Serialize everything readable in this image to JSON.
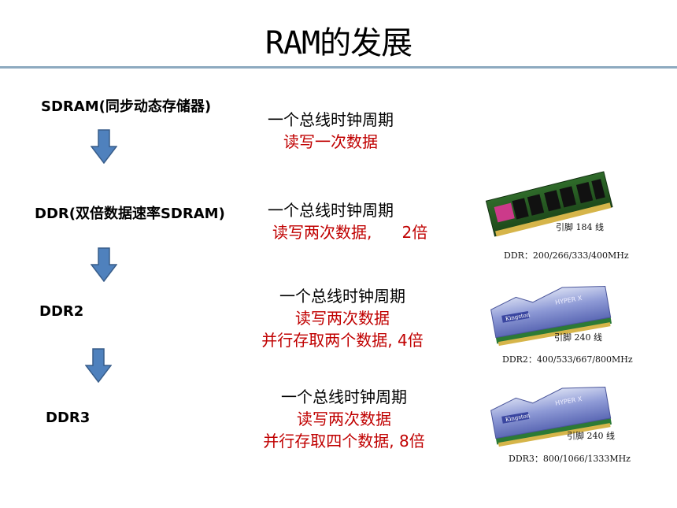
{
  "page": {
    "title": "RAM的发展"
  },
  "rows": [
    {
      "label": "SDRAM(同步动态存储器)",
      "lines": [
        {
          "text": "一个总线时钟周期",
          "color": "#000000"
        },
        {
          "text": "读写一次数据",
          "color": "#c00000"
        }
      ]
    },
    {
      "label": "DDR(双倍数据速率SDRAM)",
      "lines": [
        {
          "text": "一个总线时钟周期",
          "color": "#000000"
        },
        {
          "text": "读写两次数据,      2倍",
          "color": "#c00000"
        }
      ],
      "image": {
        "pins": "引脚 184 线",
        "speed": "DDR：200/266/333/400MHz"
      }
    },
    {
      "label": "DDR2",
      "lines": [
        {
          "text": "一个总线时钟周期",
          "color": "#000000"
        },
        {
          "text": "读写两次数据",
          "color": "#c00000"
        },
        {
          "text": "并行存取两个数据, 4倍",
          "color": "#c00000"
        }
      ],
      "image": {
        "pins": "引脚 240 线",
        "speed": "DDR2：400/533/667/800MHz",
        "brand": "Kingston",
        "product": "HYPER X"
      }
    },
    {
      "label": "DDR3",
      "lines": [
        {
          "text": "一个总线时钟周期",
          "color": "#000000"
        },
        {
          "text": "读写两次数据",
          "color": "#c00000"
        },
        {
          "text": "并行存取四个数据, 8倍",
          "color": "#c00000"
        }
      ],
      "image": {
        "pins": "引脚 240 线",
        "speed": "DDR3：800/1066/1333MHz",
        "brand": "Kingston",
        "product": "HYPER X"
      }
    }
  ],
  "colors": {
    "arrow": "#4f81bd",
    "arrow_border": "#385d8a",
    "rule": "#8eaac0",
    "emphasis": "#c00000"
  },
  "icons": {
    "arrow": "down-arrow-icon"
  }
}
